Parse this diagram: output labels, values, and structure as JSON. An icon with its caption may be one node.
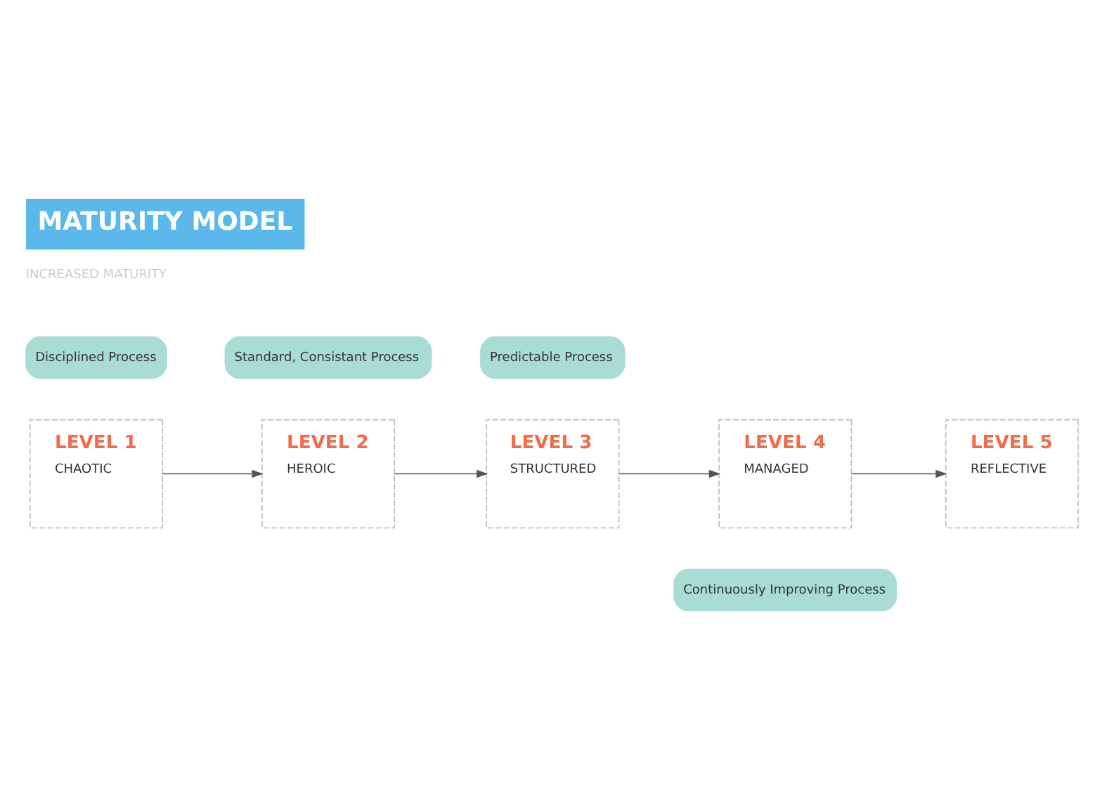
{
  "diagram": {
    "title": "MATURITY MODEL",
    "nodes": [
      {
        "text": [
          "Continuously Improving Process"
        ]
      },
      {
        "text": [
          "LEVEL 5",
          "REFLECTIVE"
        ]
      },
      {
        "text": [
          "Predictable Process"
        ]
      },
      {
        "text": [
          "LEVEL 4",
          "MANAGED"
        ]
      },
      {
        "text": [
          "Standard, Consistant Process"
        ]
      },
      {
        "text": [
          "LEVEL 3",
          "STRUCTURED"
        ]
      },
      {
        "text": [
          "Disciplined Process"
        ]
      },
      {
        "text": [
          "LEVEL 2",
          "HEROIC"
        ]
      },
      {
        "text": [
          "LEVEL 1",
          "CHAOTIC"
        ]
      }
    ],
    "edges": [
      {
        "from": 8,
        "to": 7,
        "arrow": "to"
      },
      {
        "from": 7,
        "to": 5,
        "arrow": "to"
      },
      {
        "from": 5,
        "to": 3,
        "arrow": "to"
      },
      {
        "from": 3,
        "to": 1,
        "arrow": "to"
      }
    ],
    "labels": [
      "INCREASED MATURITY"
    ]
  }
}
